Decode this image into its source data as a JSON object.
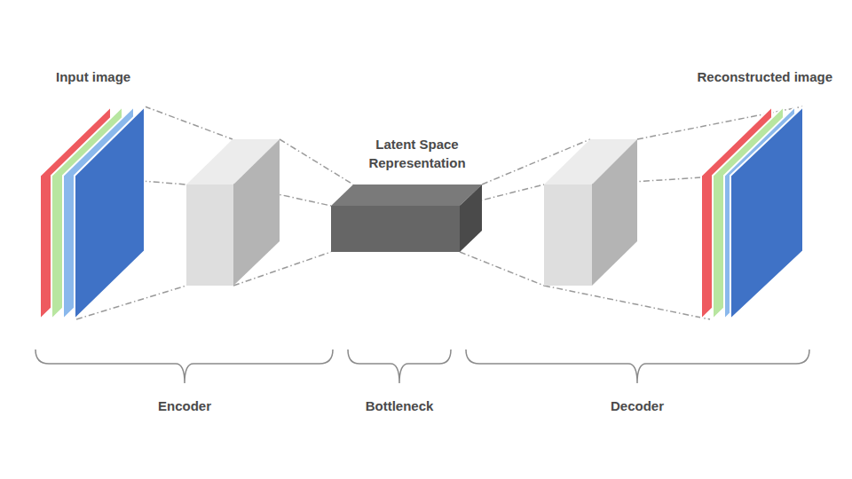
{
  "diagram": {
    "nodes": [
      {
        "text": [
          "Input image"
        ]
      },
      {
        "text": [
          "Latent Space Representation"
        ]
      },
      {
        "text": [
          "Reconstructed image"
        ]
      }
    ],
    "labels": [
      "Encoder",
      "Bottleneck",
      "Decoder"
    ]
  }
}
